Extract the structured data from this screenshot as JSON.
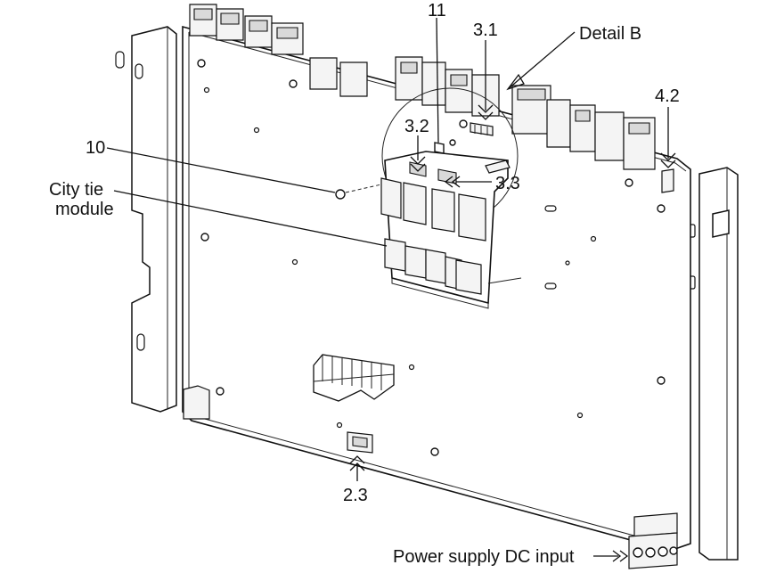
{
  "labels": {
    "eleven": "11",
    "three_one": "3.1",
    "detail_b": "Detail B",
    "four_two": "4.2",
    "three_two": "3.2",
    "ten": "10",
    "three_three": "3.3",
    "city_tie_line1": "City tie",
    "city_tie_line2": "module",
    "two_three": "2.3",
    "power_supply": "Power supply DC input"
  }
}
